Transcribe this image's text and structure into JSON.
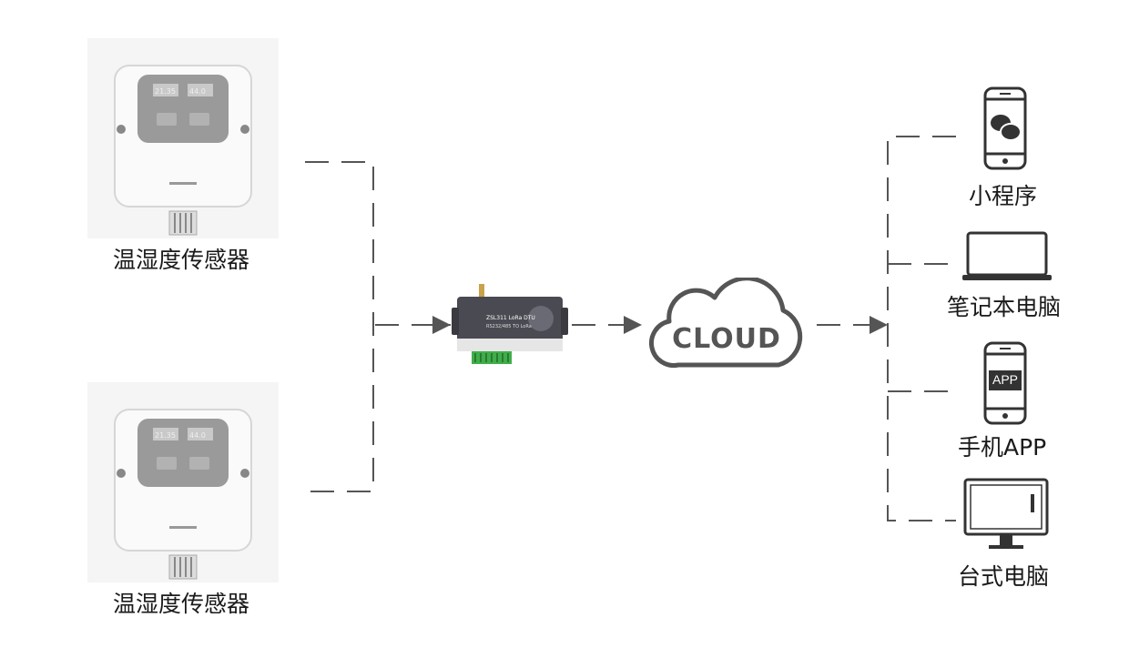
{
  "sensors": [
    {
      "label": "温湿度传感器",
      "display_left": "21.35",
      "display_right": "44.0"
    },
    {
      "label": "温湿度传感器",
      "display_left": "21.35",
      "display_right": "44.0"
    }
  ],
  "gateway": {
    "title": "ZSL311 LoRa DTU",
    "subtitle": "RS232/485 TO LoRa"
  },
  "cloud": {
    "label": "CLOUD"
  },
  "endpoints": [
    {
      "label": "小程序",
      "icon": "wechat-phone-icon"
    },
    {
      "label": "笔记本电脑",
      "icon": "laptop-icon"
    },
    {
      "label": "手机APP",
      "icon": "phone-app-icon",
      "screen_text": "APP"
    },
    {
      "label": "台式电脑",
      "icon": "desktop-monitor-icon"
    }
  ],
  "colors": {
    "line": "#555555",
    "device_body": "#f2f2f2",
    "gateway_body": "#4a4a52",
    "terminal_green": "#3fae49"
  }
}
